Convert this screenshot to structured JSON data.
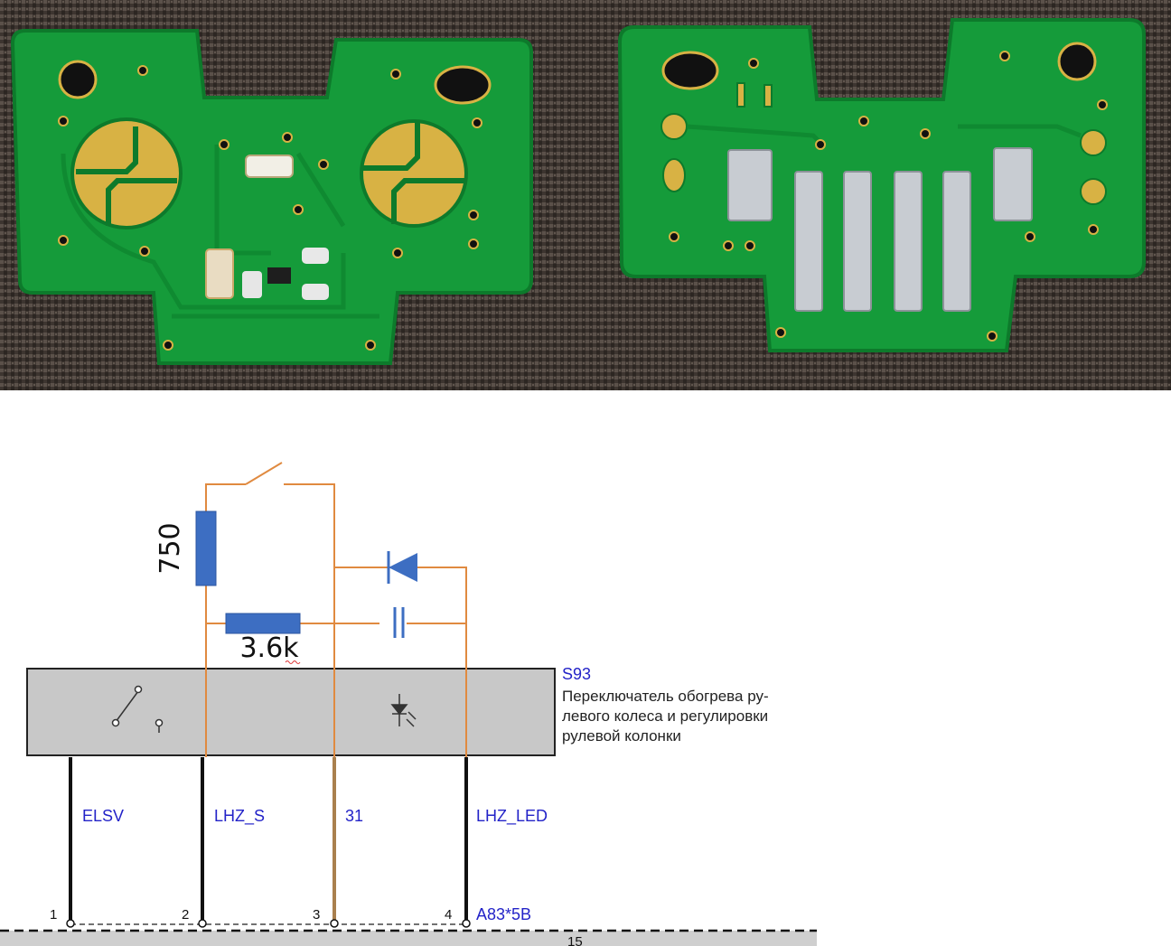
{
  "photos": {
    "left": {
      "board_color": "#159b3a",
      "pad_color": "#d8b244"
    },
    "right": {
      "board_color": "#159b3a",
      "pad_color": "#d8b244",
      "strip_color": "#c8ccd2"
    }
  },
  "schematic": {
    "wire_color": "#e08a40",
    "component_color": "#3d6ec2",
    "box_fill": "#c8c8c8",
    "resistor_top_value": "750",
    "resistor_mid_value": "3.6k",
    "component_id": "S93",
    "description_lines": [
      "Переключатель обогрева ру-",
      "левого колеса и регулировки",
      "рулевой колонки"
    ],
    "connector": "A83*5B",
    "bottom_number": "15",
    "pins": [
      {
        "number": "1",
        "signal": "ELSV"
      },
      {
        "number": "2",
        "signal": "LHZ_S"
      },
      {
        "number": "3",
        "signal": "31"
      },
      {
        "number": "4",
        "signal": "LHZ_LED"
      }
    ]
  }
}
